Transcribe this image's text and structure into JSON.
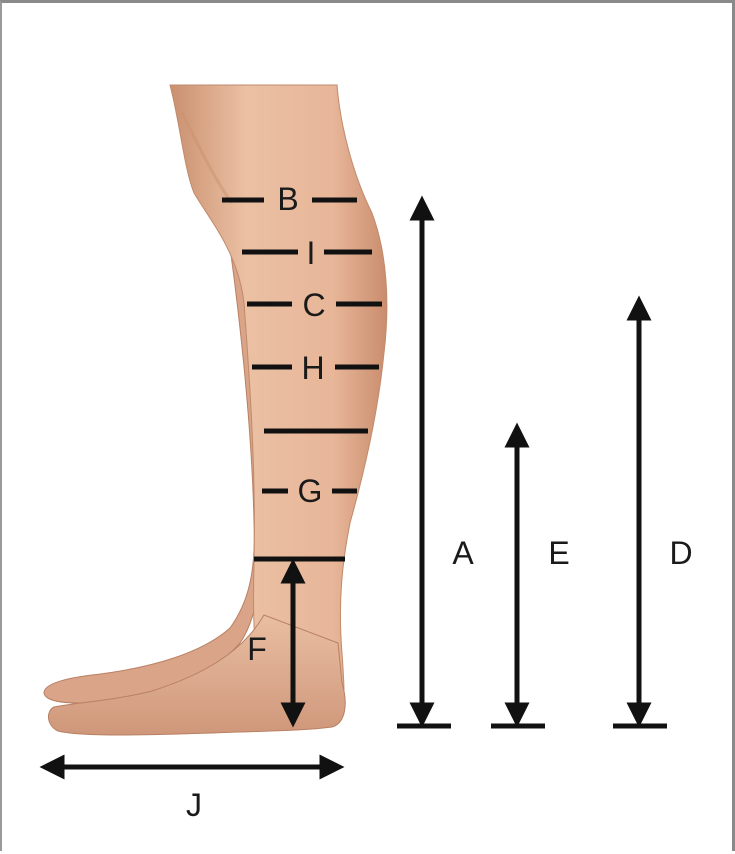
{
  "labels": {
    "A": "A",
    "B": "B",
    "C": "C",
    "D": "D",
    "E": "E",
    "F": "F",
    "G": "G",
    "H": "H",
    "I": "I",
    "J": "J"
  },
  "colors": {
    "skin": "#e7b89c",
    "skin_shadow": "#c98f72",
    "lines": "#111111",
    "frame": "#8a8a8a"
  }
}
